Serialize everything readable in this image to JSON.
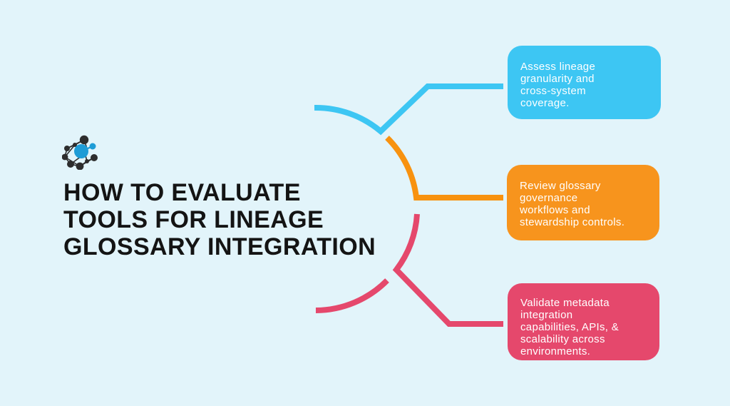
{
  "background_color": "#e2f4fa",
  "logo_icon": "network-graph-icon",
  "title": {
    "lines": [
      "HOW TO EVALUATE",
      "TOOLS FOR LINEAGE",
      "GLOSSARY INTEGRATION"
    ],
    "color": "#141414"
  },
  "cards": [
    {
      "name": "assess-lineage-card",
      "color": "#3dc6f3",
      "lines": [
        "Assess lineage",
        "granularity and",
        "cross-system",
        "coverage."
      ]
    },
    {
      "name": "review-glossary-card",
      "color": "#f7941d",
      "lines": [
        "Review glossary",
        "governance",
        "workflows and",
        "stewardship controls."
      ]
    },
    {
      "name": "validate-metadata-card",
      "color": "#e5486c",
      "lines": [
        "Validate metadata",
        "integration",
        "capabilities, APIs, &",
        "scalability across",
        "environments."
      ]
    }
  ],
  "connectors": {
    "blue": "#3dc6f3",
    "orange": "#f8920f",
    "pink": "#e5486c"
  },
  "icon_colors": {
    "nodes": "#2d2d2d",
    "accent": "#1e9cd6"
  }
}
